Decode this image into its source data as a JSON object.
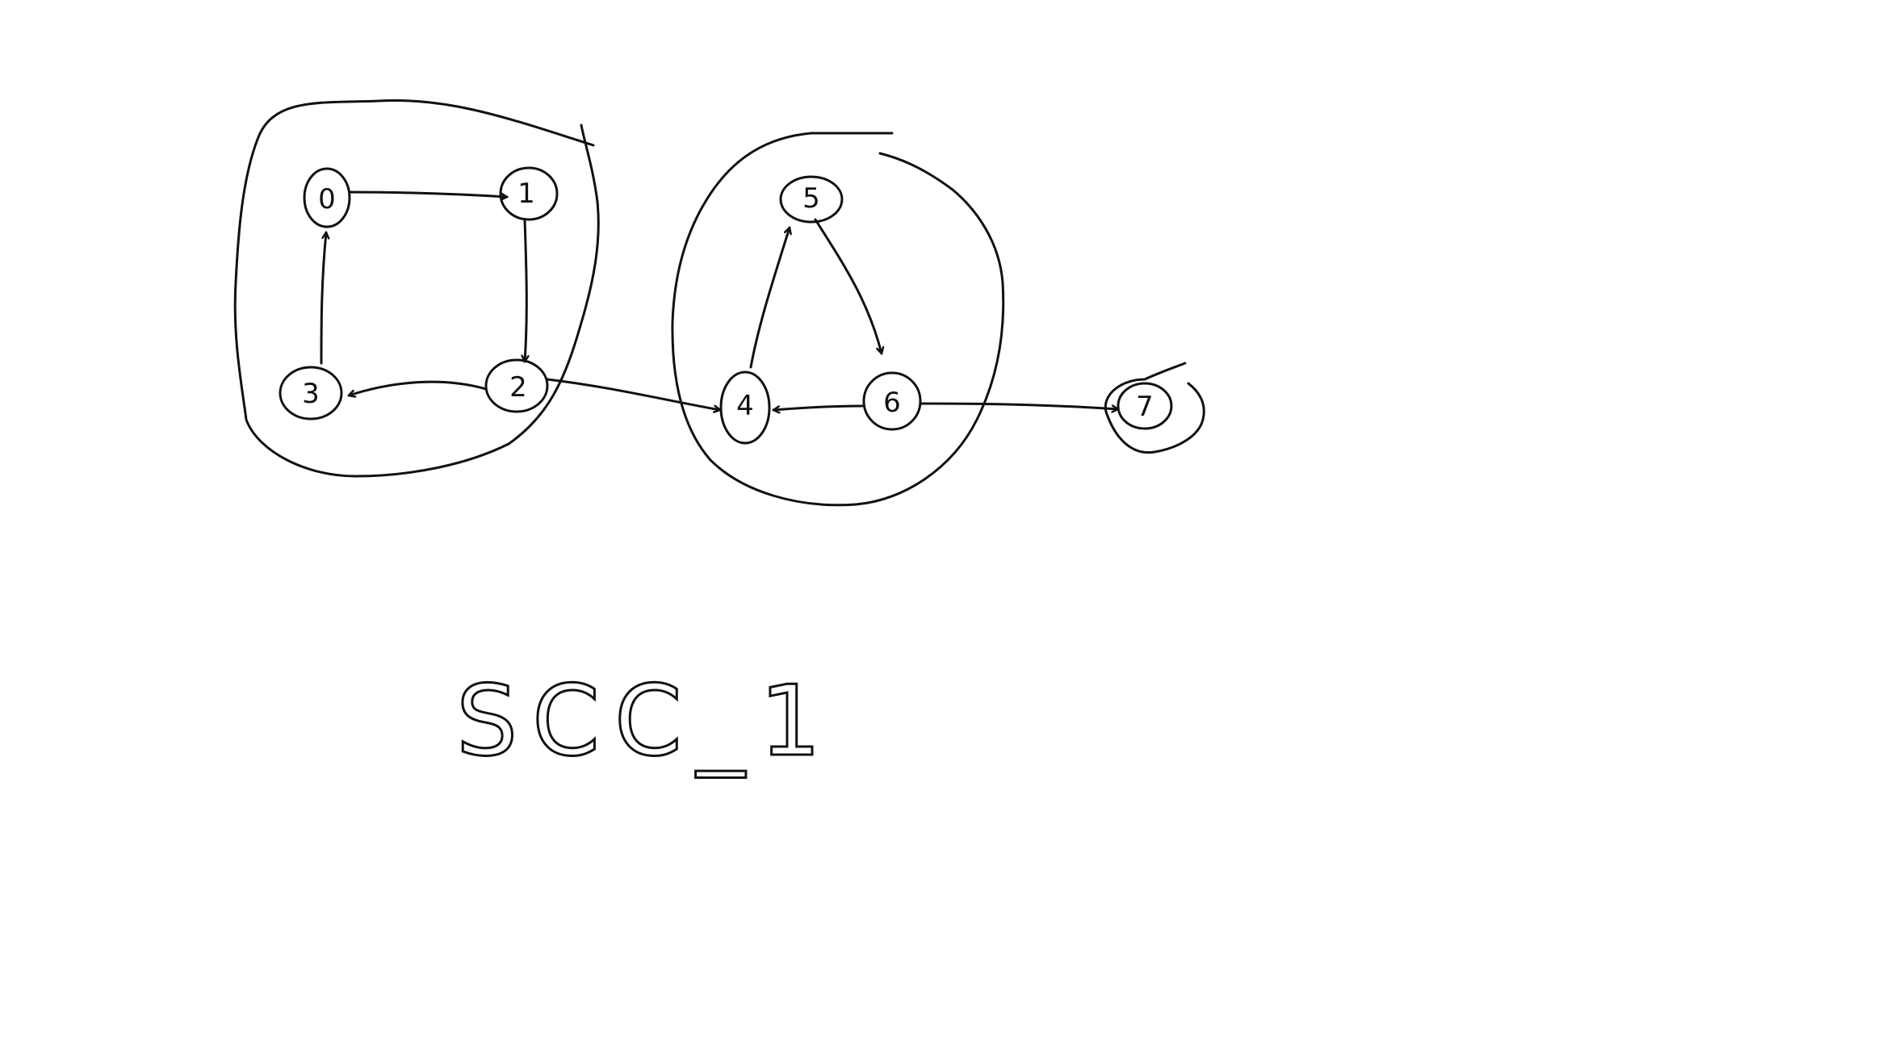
{
  "diagram": {
    "type": "directed-graph",
    "caption": "SCC_1",
    "colors": {
      "background": "#ffffff",
      "ink": "#111111"
    },
    "nodes": [
      {
        "id": "n0",
        "label": "0"
      },
      {
        "id": "n1",
        "label": "1"
      },
      {
        "id": "n2",
        "label": "2"
      },
      {
        "id": "n3",
        "label": "3"
      },
      {
        "id": "n4",
        "label": "4"
      },
      {
        "id": "n5",
        "label": "5"
      },
      {
        "id": "n6",
        "label": "6"
      },
      {
        "id": "n7",
        "label": "7"
      }
    ],
    "edges": [
      {
        "from": "0",
        "to": "1"
      },
      {
        "from": "1",
        "to": "2"
      },
      {
        "from": "2",
        "to": "3"
      },
      {
        "from": "3",
        "to": "0"
      },
      {
        "from": "2",
        "to": "4"
      },
      {
        "from": "4",
        "to": "5"
      },
      {
        "from": "5",
        "to": "6"
      },
      {
        "from": "6",
        "to": "4"
      },
      {
        "from": "6",
        "to": "7"
      }
    ],
    "groups": [
      {
        "members": [
          "0",
          "1",
          "2",
          "3"
        ]
      },
      {
        "members": [
          "4",
          "5",
          "6"
        ]
      },
      {
        "members": [
          "7"
        ]
      }
    ]
  }
}
